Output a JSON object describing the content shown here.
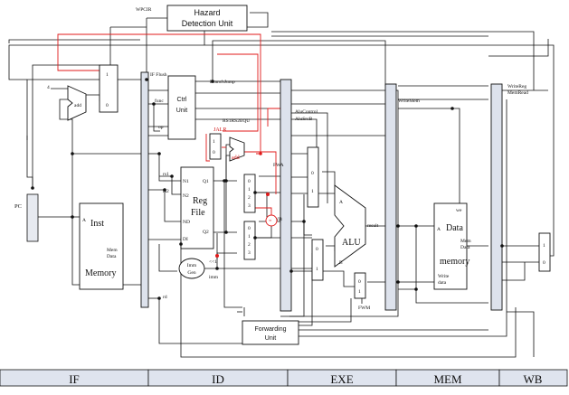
{
  "labels": {
    "wpcir": "WPCIR",
    "hazard_line1": "Hazard",
    "hazard_line2": "Detection Unit",
    "if_flush": "IF Flush",
    "branch_jump": "BranchJump",
    "write_reg": "WriteReg",
    "mem_read": "MemRead",
    "write_mem": "WriteMem",
    "alu_control": "AluControl",
    "alu_src_b": "AluSrcB",
    "rs1rs2equ": "RS1RS2EQU",
    "jalr": "JALR",
    "fwa": "FWA",
    "fwb": "FWB",
    "fwm": "FWM",
    "four": "4",
    "add": "add",
    "add_red": "add",
    "mux_1": "1",
    "mux_0": "0",
    "func": "func",
    "op": "op",
    "ctrl_line1": "Ctrl",
    "ctrl_line2": "Unit",
    "rs1": "rs1",
    "rs2": "rs2",
    "rd": "rd",
    "n1": "N1",
    "n2": "N2",
    "nd": "ND",
    "di": "DI",
    "q1": "Q1",
    "q2": "Q2",
    "reg_line1": "Reg",
    "reg_line2": "File",
    "pc": "PC",
    "a": "A",
    "b": "B",
    "inst_line1": "Inst",
    "inst_memdata1": "Mem",
    "inst_memdata2": "Data",
    "inst_line2": "Memory",
    "imm_line1": "Imm",
    "imm_line2": "Gen",
    "imm": "imm",
    "shift": "<<1",
    "eq": "=",
    "alu": "ALU",
    "result": "result",
    "we": "we",
    "data_line1": "Data",
    "data_memdata1": "Mem",
    "data_memdata2": "Data",
    "data_line2": "memory",
    "write_data1": "Write",
    "write_data2": "data",
    "fwd_line1": "Forwarding",
    "fwd_line2": "Unit",
    "m0": "0",
    "m1": "1",
    "m2": "2",
    "m3": "3"
  },
  "stages": [
    "IF",
    "ID",
    "EXE",
    "MEM",
    "WB"
  ]
}
